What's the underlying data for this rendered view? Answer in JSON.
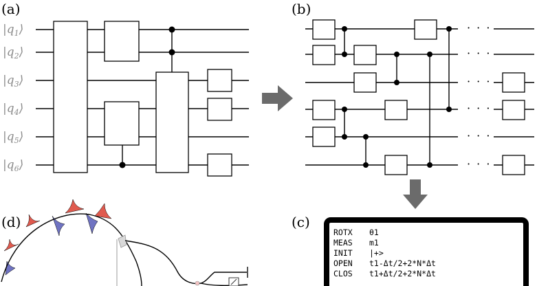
{
  "panels": {
    "a": "(a)",
    "b": "(b)",
    "c": "(c)",
    "d": "(d)"
  },
  "qubit_labels": [
    {
      "base": "|q",
      "sub": "1",
      "close": "⟩"
    },
    {
      "base": "|q",
      "sub": "2",
      "close": "⟩"
    },
    {
      "base": "|q",
      "sub": "3",
      "close": "⟩"
    },
    {
      "base": "|q",
      "sub": "4",
      "close": "⟩"
    },
    {
      "base": "|q",
      "sub": "5",
      "close": "⟩"
    },
    {
      "base": "|q",
      "sub": "6",
      "close": "⟩"
    }
  ],
  "ellipsis": "· · ·",
  "code_lines": [
    {
      "op": "ROTX",
      "arg": "θ1"
    },
    {
      "op": "MEAS",
      "arg": "m1"
    },
    {
      "op": "INIT",
      "arg": "|+>"
    },
    {
      "op": "OPEN",
      "arg": "t1-Δt/2+2*N*Δt"
    },
    {
      "op": "CLOS",
      "arg": "t1+Δt/2+2*N*Δt"
    }
  ],
  "colors": {
    "line": "#000000",
    "label_gray": "#8a8a8a",
    "arrow": "#6b6b6b",
    "peak_red": "#e05a4e",
    "peak_blue": "#6f73c2",
    "component_gray": "#bdbdbd"
  }
}
